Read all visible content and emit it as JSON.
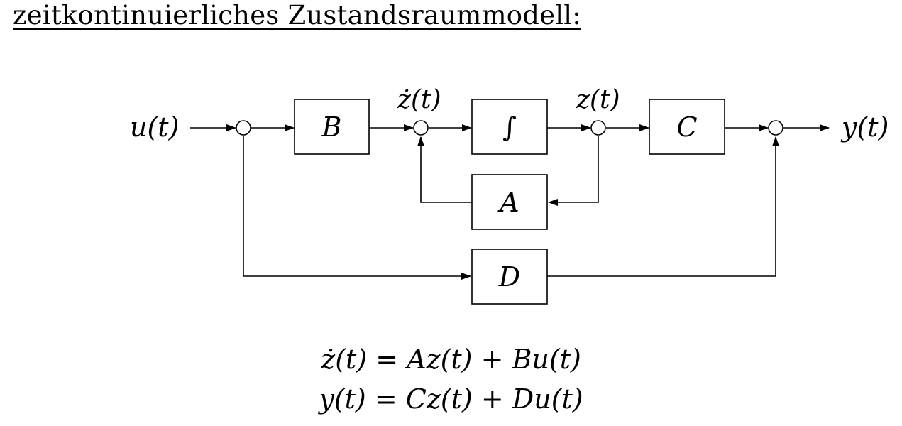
{
  "title": "zeitkontinuierliches Zustandsraummodell:",
  "diagram": {
    "input_label": "u(t)",
    "output_label": "y(t)",
    "zdot_label": "ż(t)",
    "z_label": "z(t)",
    "blocks": {
      "B": "B",
      "integrator": "∫",
      "A": "A",
      "C": "C",
      "D": "D"
    }
  },
  "equations": {
    "line1": "ż(t) = Az(t) + Bu(t)",
    "line2": "y(t) = Cz(t) + Du(t)"
  }
}
